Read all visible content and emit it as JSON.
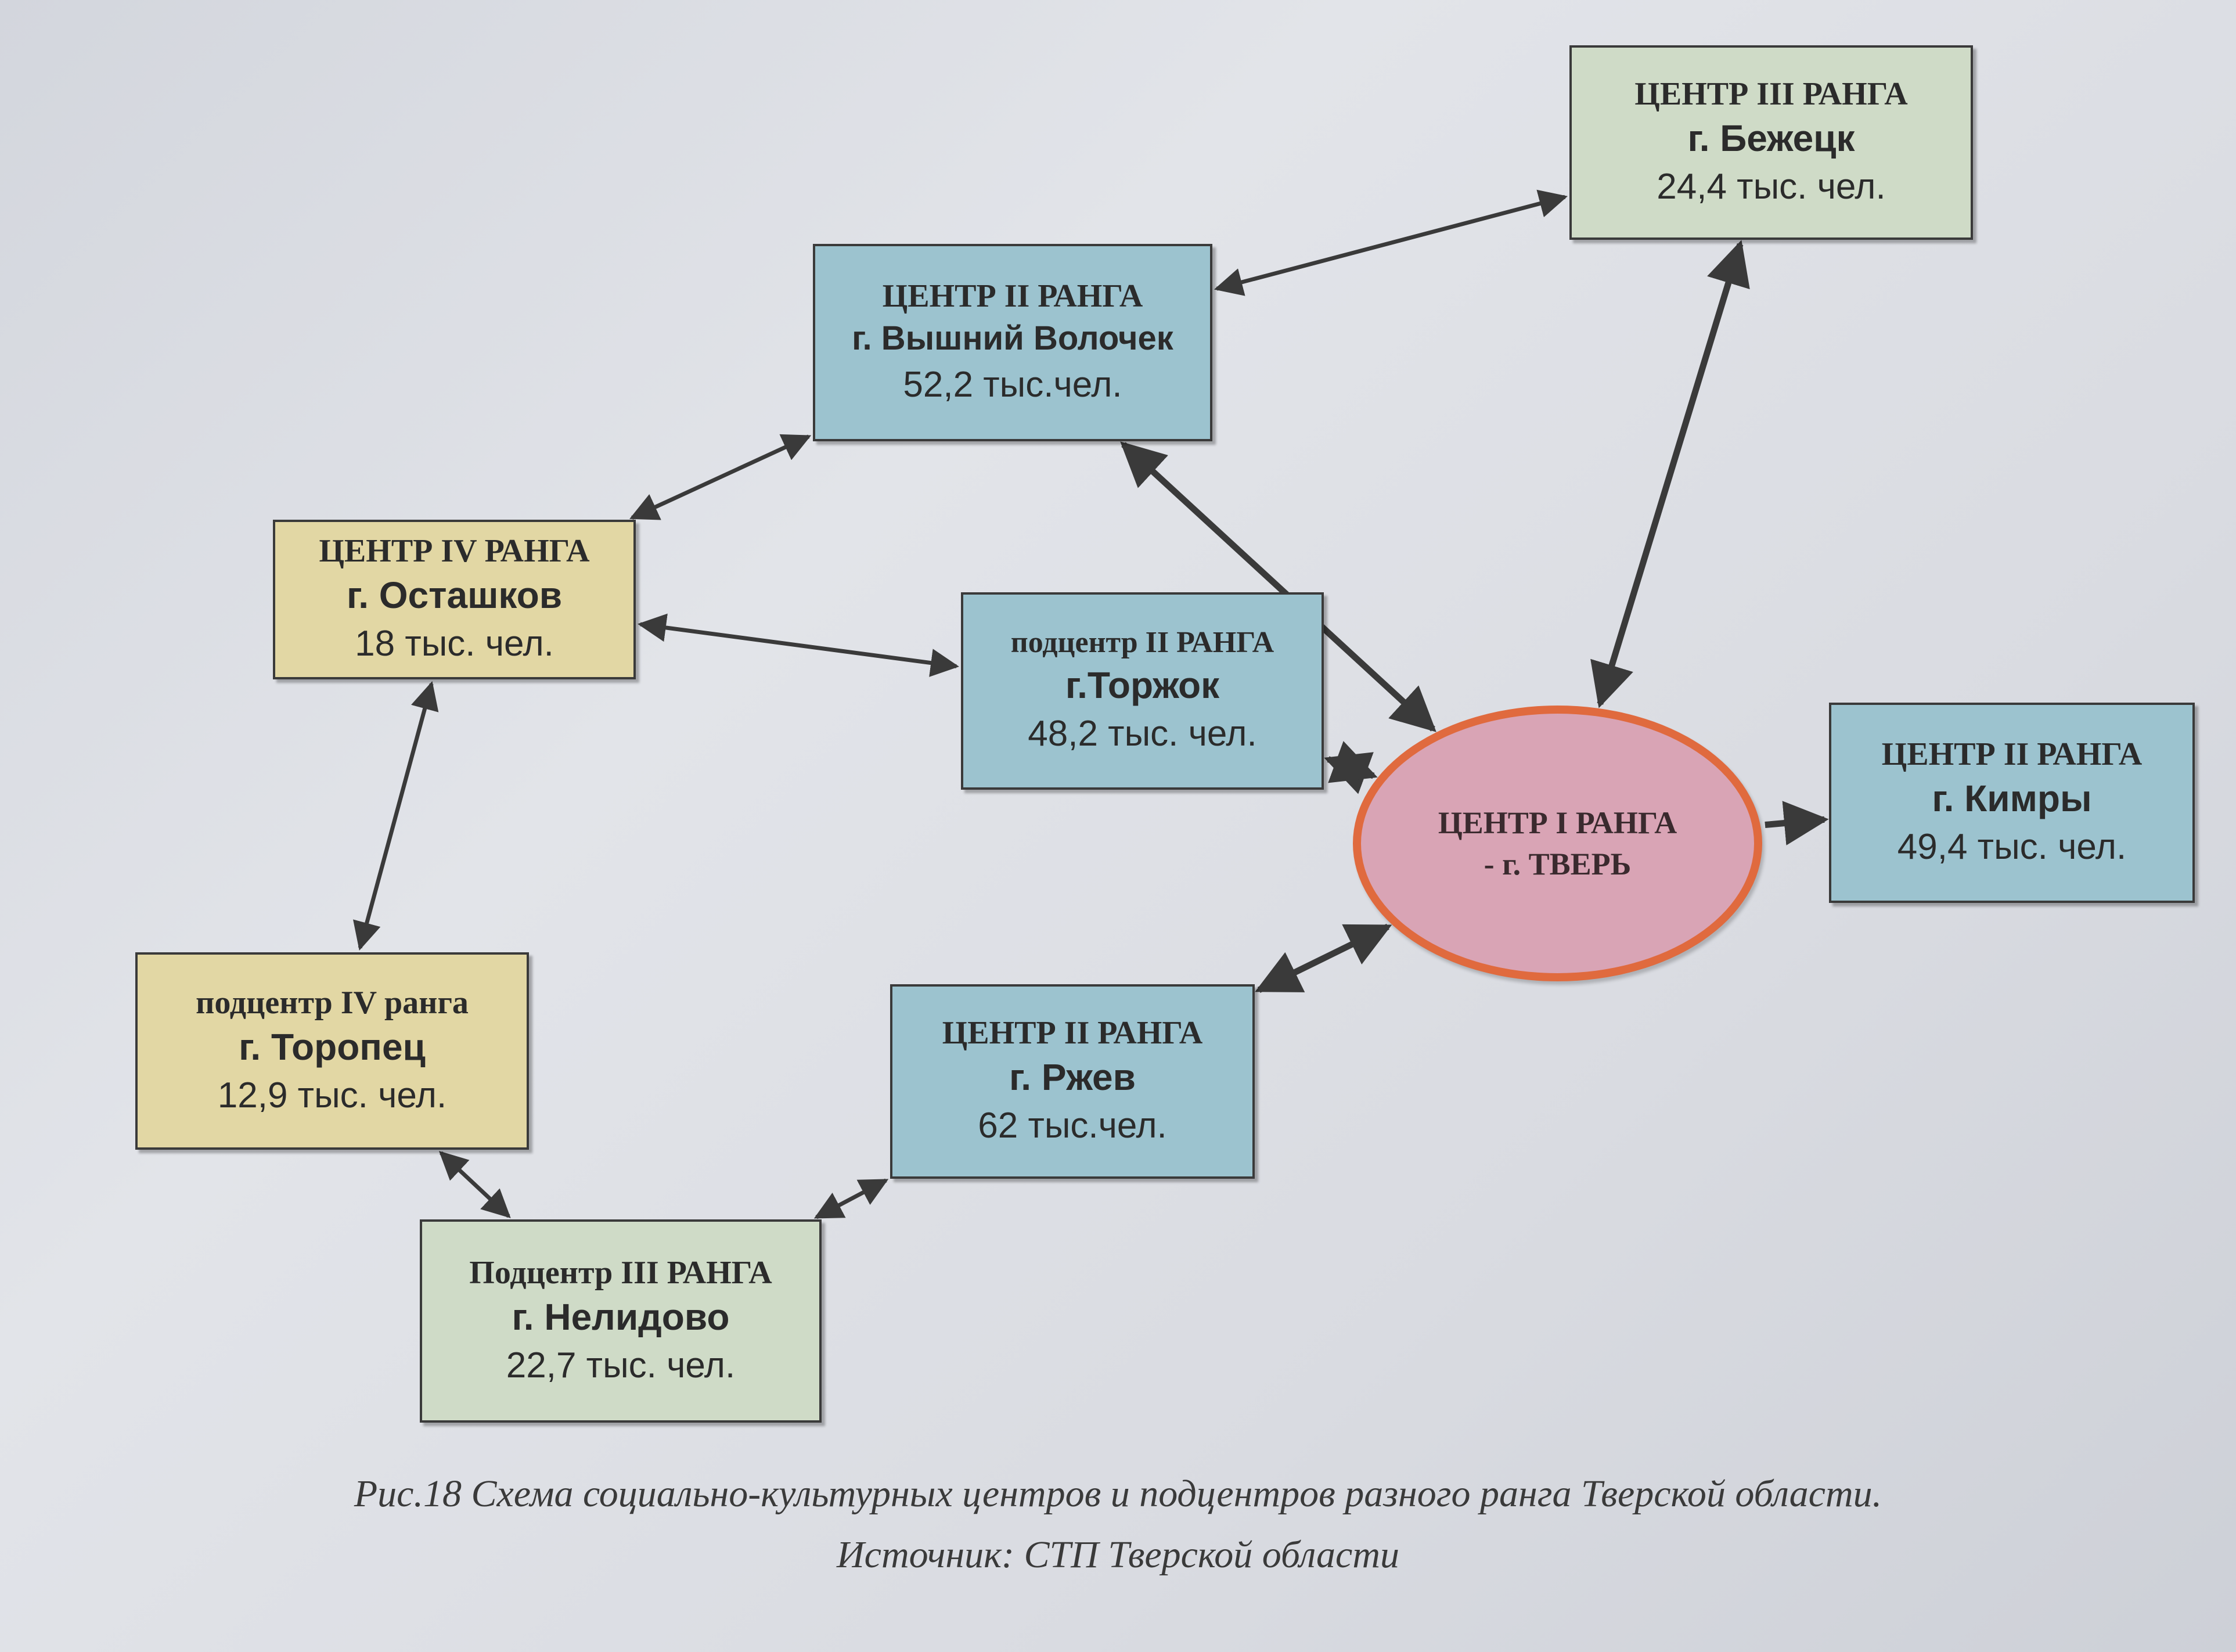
{
  "nodes": {
    "bezhetsk": {
      "rank": "ЦЕНТР III РАНГА",
      "city": "г. Бежецк",
      "pop": "24,4 тыс. чел."
    },
    "vvolochek": {
      "rank": "ЦЕНТР II РАНГА",
      "city": "г. Вышний Волочек",
      "pop": "52,2 тыс.чел."
    },
    "ostashkov": {
      "rank": "ЦЕНТР IV РАНГА",
      "city": "г. Осташков",
      "pop": "18 тыс. чел."
    },
    "torzhok": {
      "rank": "подцентр II РАНГА",
      "city": "г.Торжок",
      "pop": "48,2 тыс. чел."
    },
    "tver": {
      "line1": "ЦЕНТР I РАНГА",
      "line2": "- г. ТВЕРЬ"
    },
    "kimry": {
      "rank": "ЦЕНТР II РАНГА",
      "city": "г. Кимры",
      "pop": "49,4 тыс. чел."
    },
    "toropets": {
      "rank": "подцентр IV ранга",
      "city": "г. Торопец",
      "pop": "12,9 тыс. чел."
    },
    "rzhev": {
      "rank": "ЦЕНТР II РАНГА",
      "city": "г. Ржев",
      "pop": "62 тыс.чел."
    },
    "nelidovo": {
      "rank": "Подцентр III РАНГА",
      "city": "г. Нелидово",
      "pop": "22,7 тыс. чел."
    }
  },
  "edges": [
    {
      "from": "vvolochek",
      "to": "bezhetsk",
      "bidirectional": true
    },
    {
      "from": "vvolochek",
      "to": "ostashkov",
      "bidirectional": true
    },
    {
      "from": "vvolochek",
      "to": "tver",
      "bidirectional": true
    },
    {
      "from": "bezhetsk",
      "to": "tver",
      "bidirectional": true
    },
    {
      "from": "ostashkov",
      "to": "torzhok",
      "bidirectional": true
    },
    {
      "from": "ostashkov",
      "to": "toropets",
      "bidirectional": true
    },
    {
      "from": "torzhok",
      "to": "tver",
      "bidirectional": true
    },
    {
      "from": "tver",
      "to": "kimry",
      "bidirectional": false
    },
    {
      "from": "rzhev",
      "to": "tver",
      "bidirectional": true
    },
    {
      "from": "toropets",
      "to": "nelidovo",
      "bidirectional": true
    },
    {
      "from": "nelidovo",
      "to": "rzhev",
      "bidirectional": true
    }
  ],
  "caption": {
    "line1": "Рис.18 Схема социально-культурных центров и подцентров разного ранга Тверской области.",
    "line2": "Источник: СТП Тверской области"
  }
}
